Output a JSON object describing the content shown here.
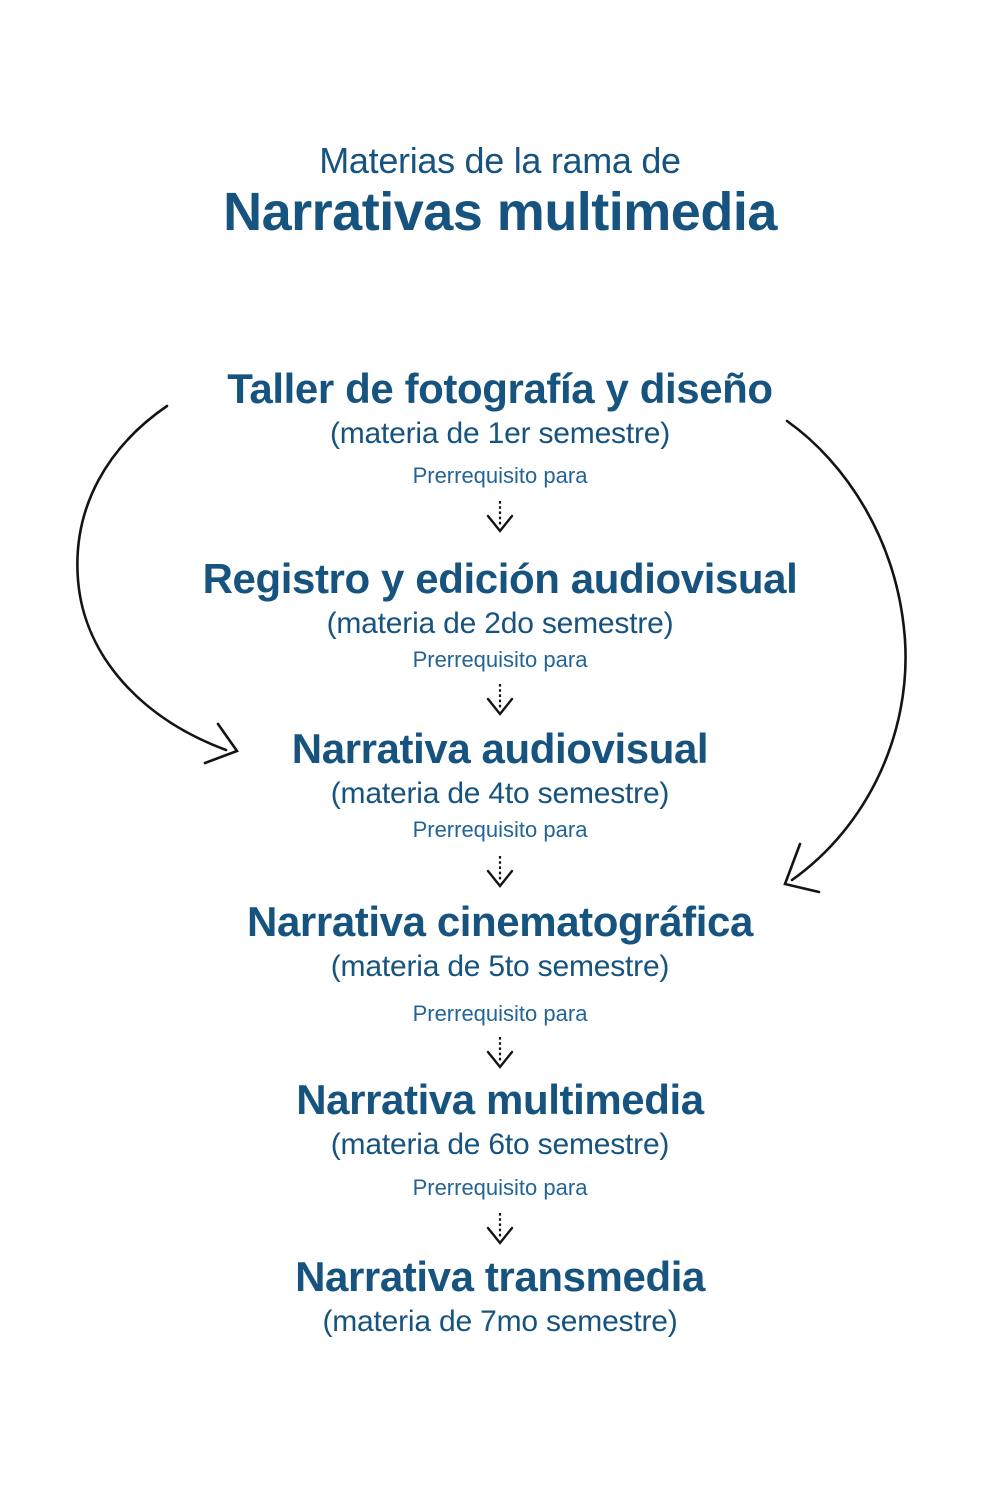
{
  "title": {
    "eyebrow": "Materias de la rama de",
    "main": "Narrativas multimedia"
  },
  "connector": {
    "label": "Prerrequisito para"
  },
  "courses": [
    {
      "name": "Taller de fotografía y diseño",
      "semester": "(materia de 1er semestre)"
    },
    {
      "name": "Registro y edición audiovisual",
      "semester": "(materia de 2do semestre)"
    },
    {
      "name": "Narrativa audiovisual",
      "semester": "(materia de 4to semestre)"
    },
    {
      "name": "Narrativa cinematográfica",
      "semester": "(materia de 5to semestre)"
    },
    {
      "name": "Narrativa multimedia",
      "semester": "(materia de 6to semestre)"
    },
    {
      "name": "Narrativa transmedia",
      "semester": "(materia de 7mo semestre)"
    }
  ],
  "curved_links": [
    {
      "side": "left",
      "label": "Taller de fotografía y diseño → Narrativa audiovisual"
    },
    {
      "side": "right",
      "label": "Taller de fotografía y diseño → Narrativa cinematográfica"
    }
  ],
  "colors": {
    "heading": "#16537E",
    "detail": "#16537E",
    "label": "#236496",
    "arrow": "#141414",
    "bg": "#ffffff"
  }
}
